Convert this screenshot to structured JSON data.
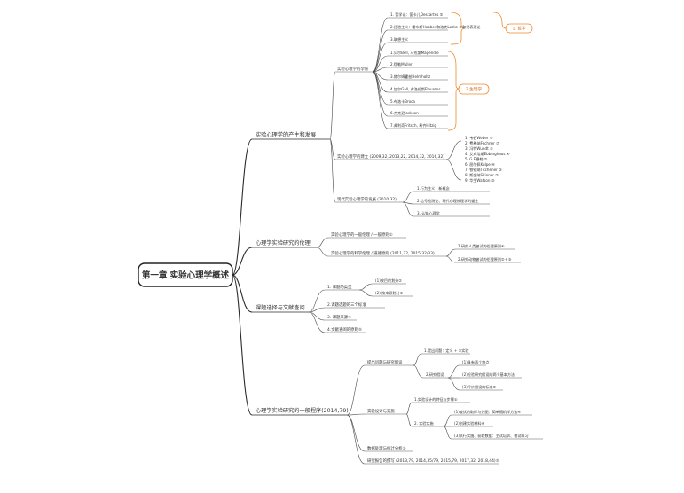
{
  "main": {
    "chart": {
      "root": "第一章 实验心理学概述",
      "branches": [
        {
          "label": "实验心理学的产生和发展",
          "children": [
            {
              "label": "实验心理学的孕育",
              "children": [
                "1. 哲学论：笛卡儿Descartes ②",
                "2.经验主义：霍布斯Hobbes和洛克Locke ②和代表理论",
                "3.联想主义",
                "1.贝尔Bell, 马戎第Magendie",
                "2.缪勒Muller",
                "3.赫尔姆霍兹Helmholtz",
                "4.加尔Gall, 弗洛伦斯Flourens",
                "5.布洛卡Broca",
                "6.杰克逊Jackson",
                "7.弗利奇Fritsch, 希齐Hitzig"
              ],
              "tags": [
                "1. 哲学",
                "2.生理学"
              ]
            },
            {
              "label": "实验心理学的建立 (2009,32, 2013,22, 2014,32, 2016,32)",
              "children": [
                "1. 韦伯Weber ④",
                "2. 费希纳Fechner ⑦",
                "3. 冯特Wundt ⑤",
                "4. 艾宾浩斯Ebbinghaus ④",
                "5. G.E穆勒 ②",
                "6. 屈尔佩Kulpe ④",
                "7. 铁钦纳Titchener ③",
                "8. 斯金纳Skinner ②",
                "9. 华生Watson ③"
              ]
            },
            {
              "label": "现代实验心理学的发展 (2010,32)",
              "children": [
                "1.行为主义：新概念",
                "2.信号检测论、现代心理物理学的诞生",
                "3. 认知心理学"
              ]
            }
          ]
        },
        {
          "label": "心理学实验研究的伦理",
          "children": [
            {
              "label": "实验心理学的一般伦理 / 一般原则②",
              "children": []
            },
            {
              "label": "实验心理学的科学伦理 / 道德原则 (2011,72, 2015,32/33)",
              "children": [
                "1.研究人类被试的伦理原则④",
                "2.研究动物被试的伦理原则②＋③"
              ]
            }
          ]
        },
        {
          "label": "课题选择与文献查阅",
          "children": [
            {
              "label": "1. 课题的类型",
              "children": [
                "(1)按目的划分②",
                "(2) 按来源划分③"
              ]
            },
            {
              "label": "2.课题选题的三个标准",
              "children": []
            },
            {
              "label": "3. 课题来源④",
              "children": []
            },
            {
              "label": "4.文献查阅的原则⑤",
              "children": []
            }
          ]
        },
        {
          "label": "心理学实验研究的一般程序(2014,79)",
          "children": [
            {
              "label": "提出问题与研究假设",
              "children": [
                {
                  "label": "1.提出问题：定义 + ②实验",
                  "children": []
                },
                {
                  "label": "2.研究假设",
                  "children": [
                    "(1)具有两个特点",
                    "(2)检验研究假设的两个基本方法",
                    "(3)评价假设的标准②"
                  ]
                }
              ]
            },
            {
              "label": "实验设计与实施",
              "children": [
                {
                  "label": "1.实验设计的特征与步骤⑤",
                  "children": []
                },
                {
                  "label": "2. 实验实施",
                  "children": [
                    "(1)被试的取样与分配：简单随机样方法④",
                    "(2)创建实验材料④",
                    "(3)执行实施、获取数据：主试培训、被试练习"
                  ]
                }
              ]
            },
            {
              "label": "数据处理与统计分析③",
              "children": []
            },
            {
              "label": "研究报告的撰写 (2013,79, 2014,35/79, 2015,79, 2017,32, 2018,44)⑤",
              "children": []
            }
          ]
        }
      ]
    }
  }
}
